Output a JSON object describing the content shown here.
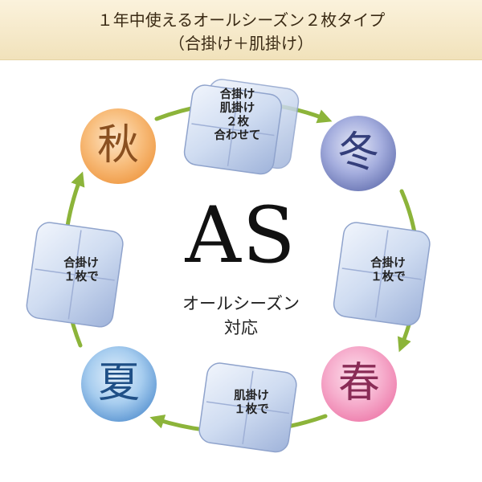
{
  "header": {
    "title_line1": "１年中使えるオールシーズン２枚タイプ",
    "title_line2": "（合掛け＋肌掛け）"
  },
  "center": {
    "title": "AS",
    "sub_line1": "オールシーズン",
    "sub_line2": "対応"
  },
  "seasons": {
    "autumn": "秋",
    "winter": "冬",
    "spring": "春",
    "summer": "夏"
  },
  "notes": {
    "autumn_winter": [
      "合掛け",
      "肌掛け",
      "２枚",
      "合わせて"
    ],
    "winter_spring": [
      "合掛け",
      "１枚で"
    ],
    "spring_summer": [
      "肌掛け",
      "１枚で"
    ],
    "summer_autumn": [
      "合掛け",
      "１枚で"
    ]
  },
  "colors": {
    "header_bg": "#f5e8c8",
    "autumn": "#f3a455",
    "winter": "#6c78b6",
    "spring": "#ef7fae",
    "summer": "#4f8fd0",
    "arrow": "#8cb43a",
    "quilt": "#c9d9f0"
  }
}
